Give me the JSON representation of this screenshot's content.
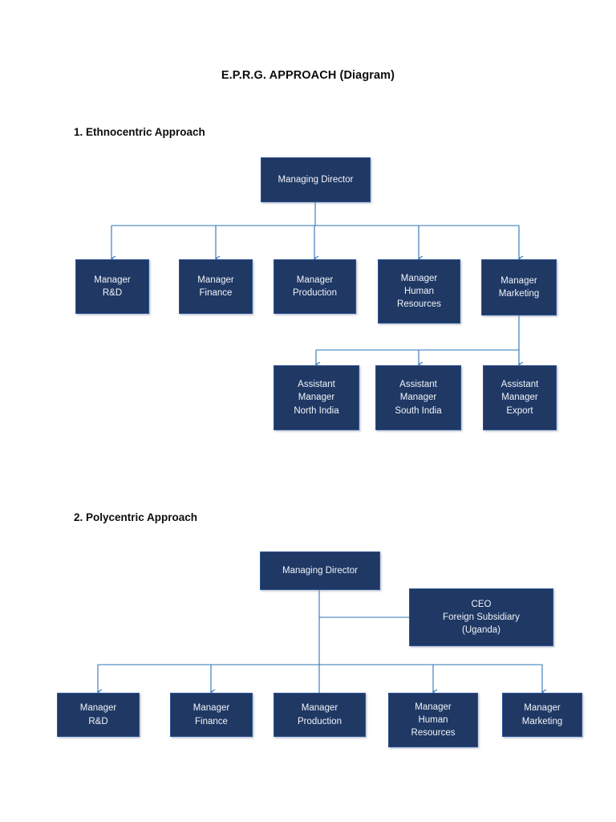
{
  "document": {
    "title": "E.P.R.G. APPROACH (Diagram)"
  },
  "sections": [
    {
      "heading": "1. Ethnocentric Approach",
      "nodes": {
        "root": "Managing Director",
        "managers": [
          "Manager\nR&D",
          "Manager\nFinance",
          "Manager\nProduction",
          "Manager\nHuman\nResources",
          "Manager\nMarketing"
        ],
        "assistants": [
          "Assistant\nManager\nNorth India",
          "Assistant\nManager\nSouth India",
          "Assistant\nManager\nExport"
        ]
      }
    },
    {
      "heading": "2. Polycentric Approach",
      "nodes": {
        "root": "Managing Director",
        "subsidiary": "CEO\nForeign Subsidiary\n(Uganda)",
        "managers": [
          "Manager\nR&D",
          "Manager\nFinance",
          "Manager\nProduction",
          "Manager\nHuman\nResources",
          "Manager\nMarketing"
        ]
      }
    }
  ],
  "style": {
    "node_fill": "#1f3864",
    "node_border": "#2f5597",
    "node_text": "#f2f4f8",
    "connector": "#2e74b5",
    "page_background": "#ffffff"
  }
}
